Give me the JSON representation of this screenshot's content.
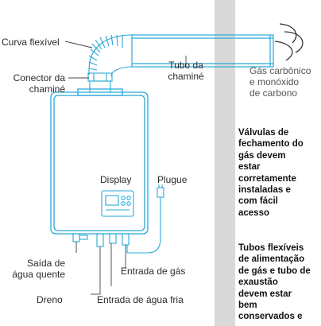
{
  "labels": {
    "curva_flexivel": "Curva flexível",
    "tubo_chamine": [
      "Tubo da",
      "chaminé"
    ],
    "conector_chamine": [
      "Conector da",
      "chaminé"
    ],
    "display": "Display",
    "plugue": "Plugue",
    "saida_agua_quente": [
      "Saída de",
      "água quente"
    ],
    "dreno": "Dreno",
    "entrada_gas": "Entrada de gás",
    "entrada_agua_fria": "Entrada de água fria",
    "gas_carbonico": [
      "Gás carbônico",
      "e monóxido",
      "de carbono"
    ]
  },
  "notes": {
    "valvulas": [
      "Válvulas de",
      "fechamento do",
      "gás devem",
      "estar",
      "corretamente",
      "instaladas e",
      "com fácil",
      "acesso"
    ],
    "tubos": [
      "Tubos flexíveis",
      "de alimentação",
      "de gás e tubo de",
      "exaustão",
      "devem estar",
      "bem",
      "conservados e"
    ]
  },
  "colors": {
    "accent": "#29a8d8",
    "line": "#444444",
    "wall": "#d9d9d9"
  }
}
